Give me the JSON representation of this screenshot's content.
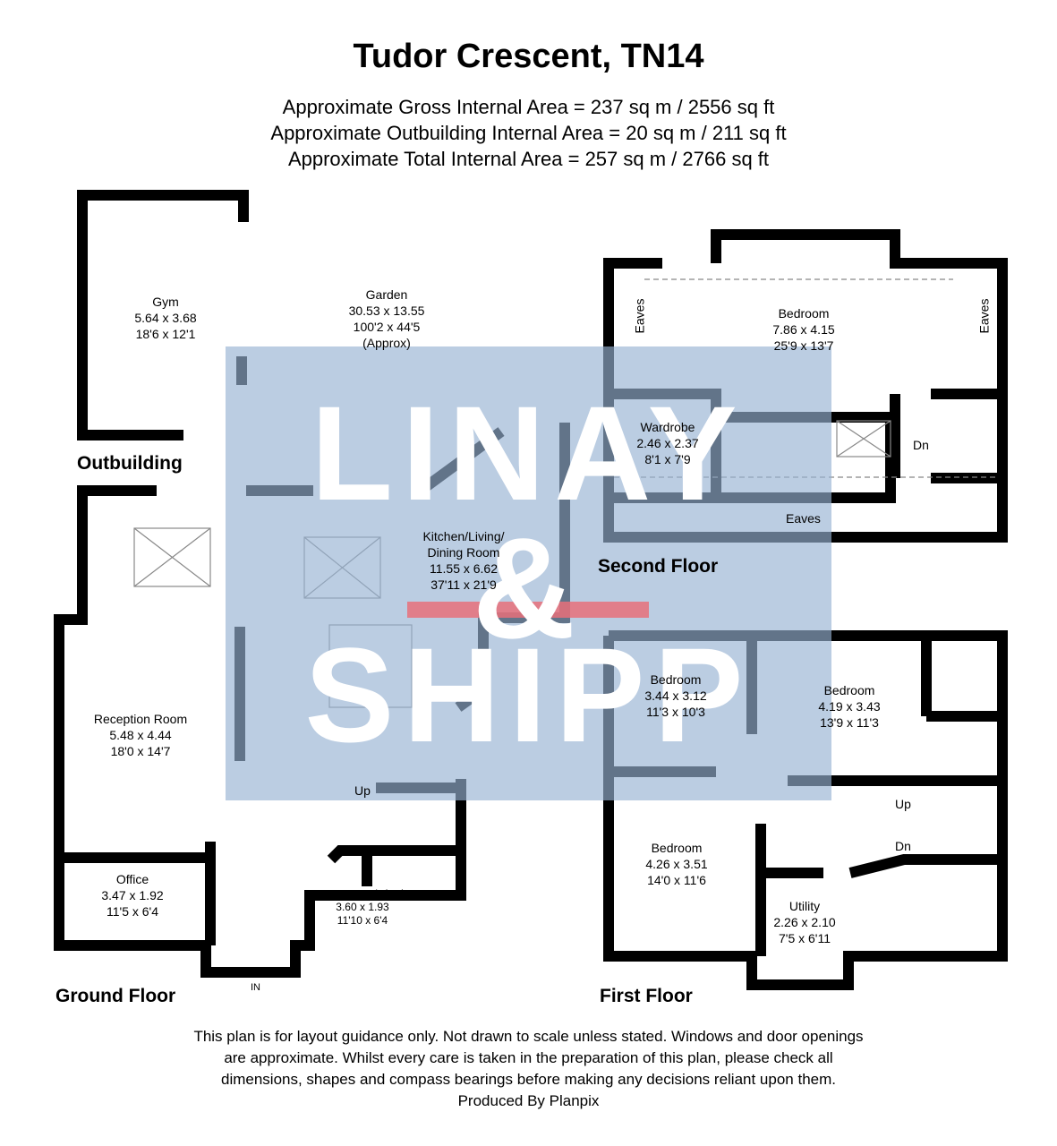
{
  "title": "Tudor Crescent, TN14",
  "areas": [
    "Approximate Gross Internal Area = 237 sq m / 2556 sq ft",
    "Approximate Outbuilding Internal Area = 20 sq m / 211 sq ft",
    "Approximate Total Internal Area = 257 sq m / 2766 sq ft"
  ],
  "floors": {
    "outbuilding": "Outbuilding",
    "ground": "Ground Floor",
    "first": "First Floor",
    "second": "Second Floor"
  },
  "rooms": {
    "gym": {
      "name": "Gym",
      "metric": "5.64 x 3.68",
      "imperial": "18'6 x 12'1"
    },
    "garden": {
      "name": "Garden",
      "metric": "30.53 x 13.55",
      "imperial": "100'2 x 44'5",
      "note": "(Approx)"
    },
    "kitchen": {
      "name": "Kitchen/Living/",
      "name2": "Dining Room",
      "metric": "11.55 x 6.62",
      "imperial": "37'11 x 21'9"
    },
    "reception": {
      "name": "Reception Room",
      "metric": "5.48 x 4.44",
      "imperial": "18'0 x 14'7"
    },
    "office": {
      "name": "Office",
      "metric": "3.47 x 1.92",
      "imperial": "11'5 x 6'4"
    },
    "boot": {
      "name": "Boot Room /Cloaks",
      "metric": "3.60 x 1.93",
      "imperial": "11'10 x 6'4"
    },
    "bed_top": {
      "name": "Bedroom",
      "metric": "7.86 x 4.15",
      "imperial": "25'9 x 13'7"
    },
    "wardrobe": {
      "name": "Wardrobe",
      "metric": "2.46 x 2.37",
      "imperial": "8'1 x 7'9"
    },
    "bed1": {
      "name": "Bedroom",
      "metric": "3.44 x 3.12",
      "imperial": "11'3 x 10'3"
    },
    "bed2": {
      "name": "Bedroom",
      "metric": "4.19 x 3.43",
      "imperial": "13'9 x 11'3"
    },
    "bed3": {
      "name": "Bedroom",
      "metric": "4.26 x 3.51",
      "imperial": "14'0 x 11'6"
    },
    "utility": {
      "name": "Utility",
      "metric": "2.26 x 2.10",
      "imperial": "7'5 x 6'11"
    }
  },
  "tags": {
    "eaves": "Eaves",
    "up": "Up",
    "dn": "Dn",
    "in": "IN"
  },
  "watermark": {
    "line1": "LINAY",
    "amp": "&",
    "line2": "SHIPP"
  },
  "disclaimer": [
    "This plan is for layout guidance only. Not drawn to scale unless stated. Windows and door openings",
    "are approximate. Whilst every care is taken in the preparation of this plan, please check all",
    "dimensions, shapes and compass bearings before making any decisions reliant upon them.",
    "Produced By Planpix"
  ],
  "colors": {
    "watermark": "#96b2d2",
    "watermark_red": "#e8707a",
    "wall": "#000000"
  }
}
